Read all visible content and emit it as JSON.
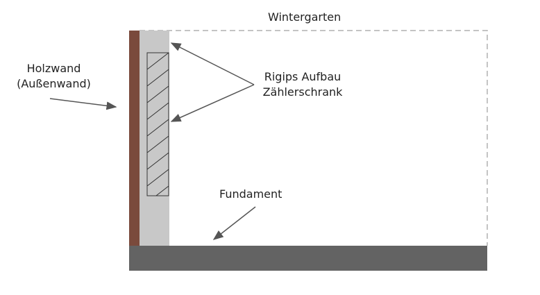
{
  "labels": {
    "wintergarten": "Wintergarten",
    "holzwand_line1": "Holzwand",
    "holzwand_line2": "(Außenwand)",
    "rigips_line1": "Rigips Aufbau",
    "rigips_line2": "Zählerschrank",
    "fundament": "Fundament"
  },
  "colors": {
    "wood": "#7a4a3c",
    "drywall": "#c8c8c8",
    "foundation": "#636363",
    "dashed": "#b0b0b0",
    "arrow": "#555555"
  }
}
